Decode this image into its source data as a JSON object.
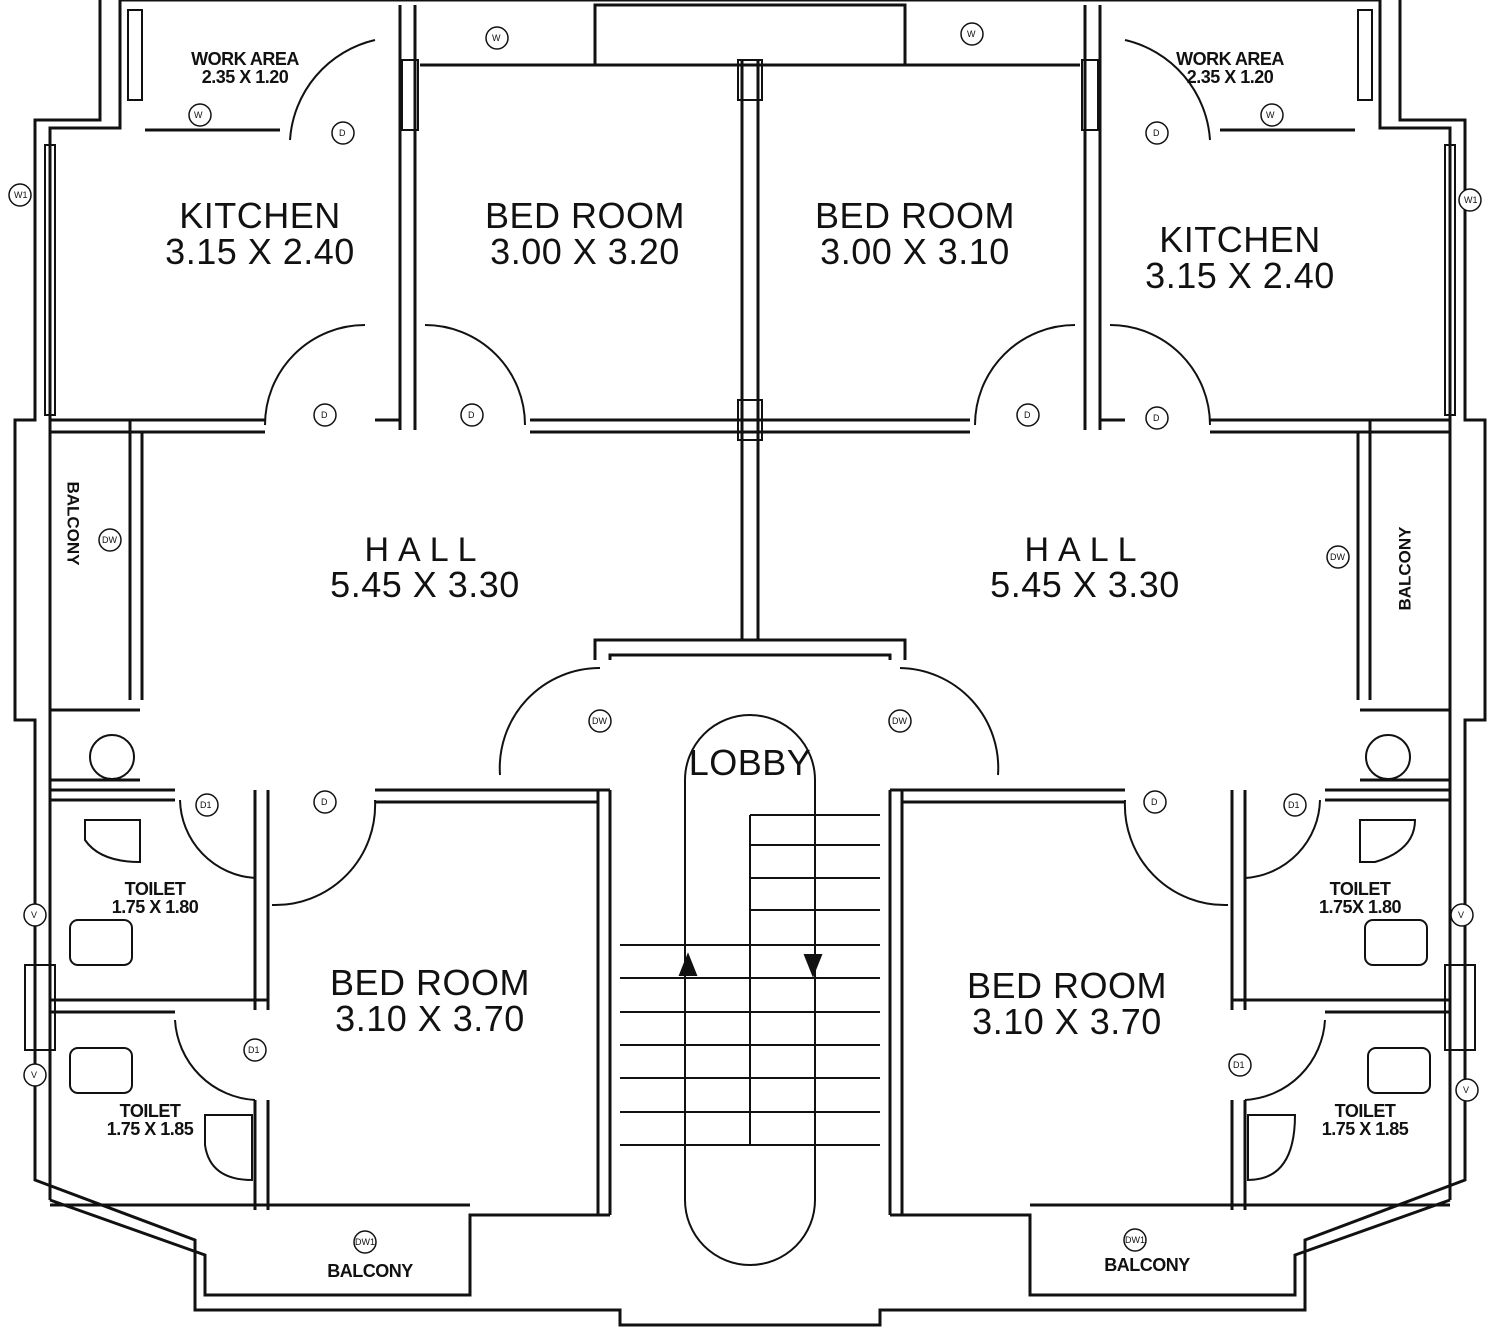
{
  "rooms": {
    "work_area_left": {
      "name": "WORK AREA",
      "size": "2.35 X 1.20"
    },
    "work_area_right": {
      "name": "WORK AREA",
      "size": "2.35 X 1.20"
    },
    "kitchen_left": {
      "name": "KITCHEN",
      "size": "3.15 X 2.40"
    },
    "kitchen_right": {
      "name": "KITCHEN",
      "size": "3.15  X 2.40"
    },
    "bed_top_left": {
      "name": "BED ROOM",
      "size": "3.00  X 3.20"
    },
    "bed_top_right": {
      "name": "BED ROOM",
      "size": "3.00  X 3.10"
    },
    "hall_left": {
      "name": "HALL",
      "size": "5.45 X 3.30"
    },
    "hall_right": {
      "name": "HALL",
      "size": "5.45  X 3.30"
    },
    "lobby": {
      "name": "LOBBY"
    },
    "bed_bottom_left": {
      "name": "BED ROOM",
      "size": "3.10  X 3.70"
    },
    "bed_bottom_right": {
      "name": "BED ROOM",
      "size": "3.10  X 3.70"
    },
    "toilet_left_upper": {
      "name": "TOILET",
      "size": "1.75 X 1.80"
    },
    "toilet_right_upper": {
      "name": "TOILET",
      "size": "1.75X 1.80"
    },
    "toilet_left_lower": {
      "name": "TOILET",
      "size": "1.75 X 1.85"
    },
    "toilet_right_lower": {
      "name": "TOILET",
      "size": "1.75 X 1.85"
    },
    "balcony_left_side": {
      "name": "BALCONY"
    },
    "balcony_right_side": {
      "name": "BALCONY"
    },
    "balcony_bottom_left": {
      "name": "BALCONY"
    },
    "balcony_bottom_right": {
      "name": "BALCONY"
    }
  },
  "tags": {
    "door": "D",
    "window": "W",
    "window1": "W1",
    "door_ext": "DW",
    "door_bath": "D1",
    "door_ext1": "DW1"
  }
}
